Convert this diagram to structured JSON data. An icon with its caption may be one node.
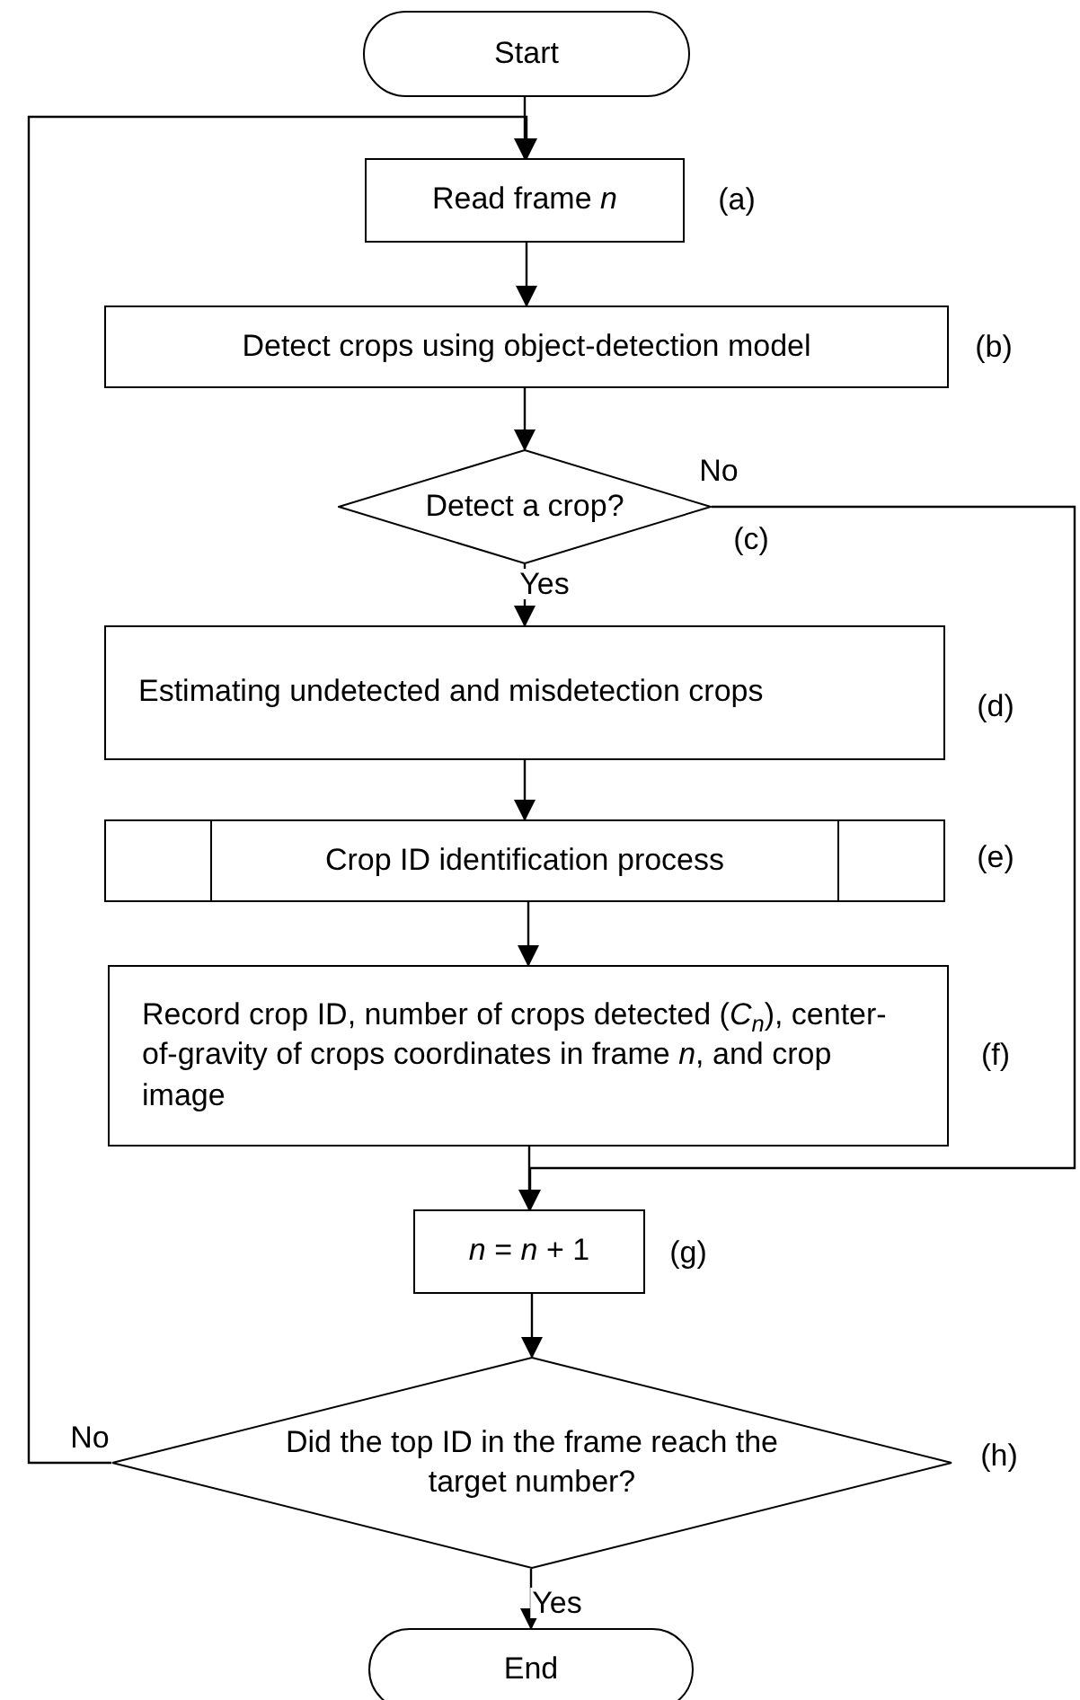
{
  "diagram": {
    "nodes": [
      {
        "text": [
          "Start"
        ]
      },
      {
        "text": [
          "Read frame *n*"
        ],
        "beside": [
          "(a)"
        ]
      },
      {
        "text": [
          "Detect crops using object-detection model"
        ],
        "beside": [
          "(b)"
        ]
      },
      {
        "text": [
          "Detect a crop?"
        ],
        "beside": [
          "(c)"
        ]
      },
      {
        "text": [
          "Estimating undetected and misdetection crops"
        ],
        "beside": [
          "(d)"
        ]
      },
      {
        "text": [
          "Crop ID identification process"
        ],
        "beside": [
          "(e)"
        ]
      },
      {
        "text": [
          "Record crop ID, number of crops detected (*C*$_{n}$), center-of-gravity of crops coordinates in frame *n*, and crop image"
        ],
        "beside": [
          "(f)"
        ]
      },
      {
        "text": [
          "*n* = *n* + 1"
        ],
        "beside": [
          "(g)"
        ]
      },
      {
        "text": [
          "Did the top ID in the frame reach the target number?"
        ],
        "beside": [
          "(h)"
        ]
      },
      {
        "text": [
          "End"
        ]
      }
    ],
    "edges": [
      {
        "from": 0,
        "to": 1,
        "arrow": "to"
      },
      {
        "from": 1,
        "to": 2,
        "arrow": "to"
      },
      {
        "from": 2,
        "to": 3,
        "arrow": "to"
      },
      {
        "from": 3,
        "to": 4,
        "arrow": "to",
        "label": "Yes"
      },
      {
        "from": 4,
        "to": 5,
        "arrow": "to"
      },
      {
        "from": 5,
        "to": 6,
        "arrow": "to"
      },
      {
        "from": 6,
        "to": 7,
        "arrow": "to"
      },
      {
        "from": 3,
        "to": 7,
        "arrow": "to",
        "label": "No"
      },
      {
        "from": 7,
        "to": 8,
        "arrow": "to"
      },
      {
        "from": 8,
        "to": 1,
        "arrow": "to",
        "label": "No"
      },
      {
        "from": 8,
        "to": 9,
        "arrow": "to",
        "label": "Yes"
      }
    ]
  }
}
